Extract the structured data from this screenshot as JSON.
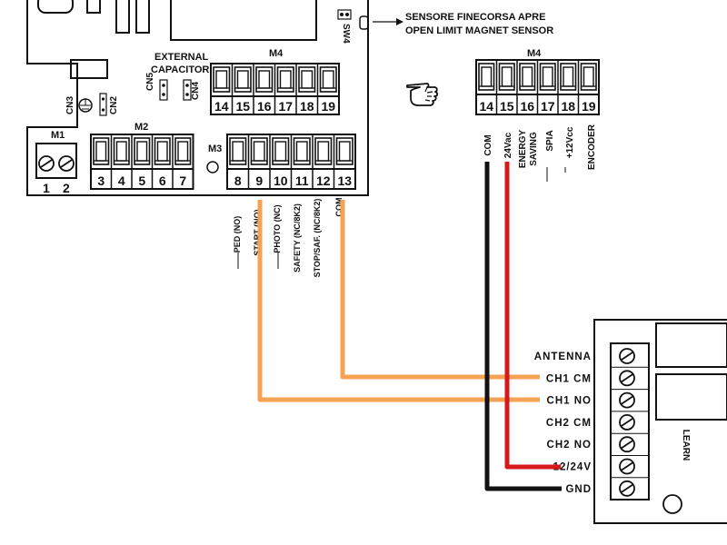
{
  "sensor": {
    "line1": "SENSORE FINECORSA APRE",
    "line2": "OPEN LIMIT MAGNET SENSOR",
    "sw4": "SW4"
  },
  "board": {
    "external_capacitor_line1": "EXTERNAL",
    "external_capacitor_line2": "CAPACITOR",
    "cn5": "CN5",
    "cn4": "CN4",
    "cn3": "CN3",
    "cn2": "CN2",
    "m1": {
      "label": "M1",
      "terminals": [
        "1",
        "2"
      ]
    },
    "m2": {
      "label": "M2",
      "terminals": [
        "3",
        "4",
        "5",
        "6",
        "7"
      ]
    },
    "m3": {
      "label": "M3",
      "terminals": [
        "8",
        "9",
        "10",
        "11",
        "12",
        "13"
      ]
    },
    "m4": {
      "label": "M4",
      "terminals": [
        "14",
        "15",
        "16",
        "17",
        "18",
        "19"
      ]
    },
    "m3_signals": [
      "PED (NO)",
      "START (NO)",
      "PHOTO (NC)",
      "SAFETY (NC/8K2)",
      "STOP/SAF. (NC/8K2)",
      "COM"
    ]
  },
  "m4_detail": {
    "label": "M4",
    "terminals": [
      "14",
      "15",
      "16",
      "17",
      "18",
      "19"
    ],
    "signals": {
      "com": "COM",
      "vac": "24Vac",
      "energy1": "ENERGY",
      "energy2": "SAVING",
      "spia": "SPIA",
      "vcc": "+12Vcc",
      "encoder": "ENCODER"
    }
  },
  "receiver": {
    "terminals": [
      "ANTENNA",
      "CH1 CM",
      "CH1 NO",
      "CH2 CM",
      "CH2 NO",
      "12/24V",
      "GND"
    ],
    "learn": "LEARN"
  },
  "colors": {
    "wire_orange": "#f7a155",
    "wire_red": "#d7191c",
    "wire_black": "#111111"
  }
}
